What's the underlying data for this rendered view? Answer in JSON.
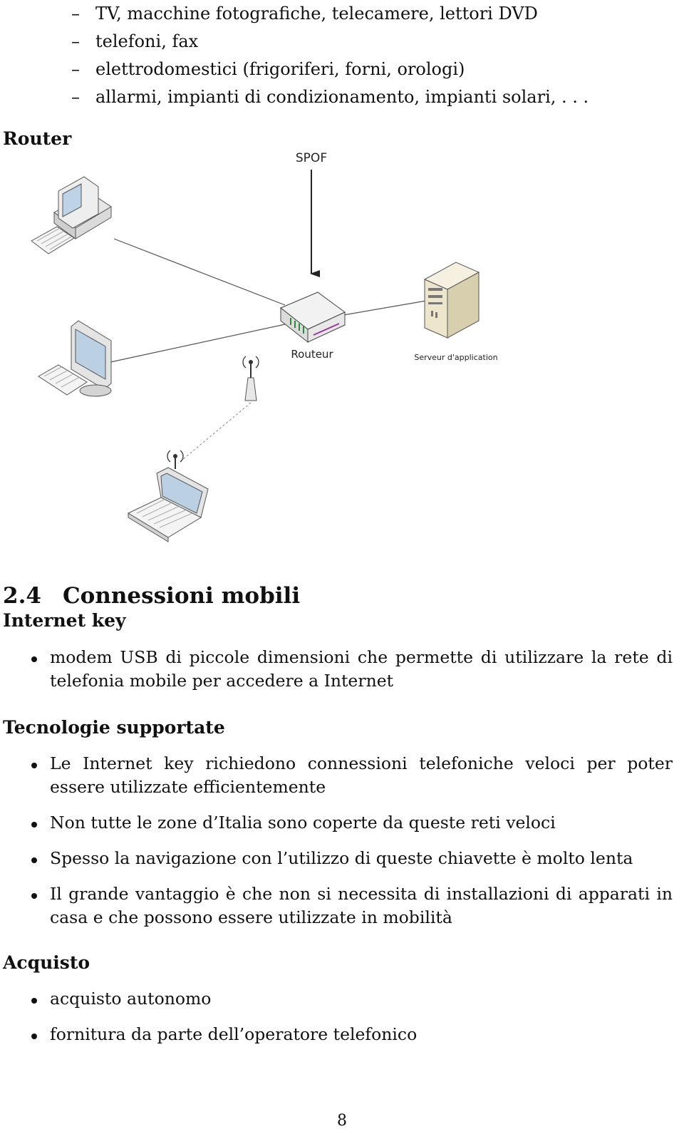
{
  "device_list": [
    "TV, macchine fotografiche, telecamere, lettori DVD",
    "telefoni, fax",
    "elettrodomestici (frigoriferi, forni, orologi)",
    "allarmi, impianti di condizionamento, impianti solari, . . ."
  ],
  "dash_glyph": "–",
  "router_heading": "Router",
  "diagram": {
    "spof_label": "SPOF",
    "router_label": "Routeur",
    "server_label": "Serveur d'application",
    "icons": [
      "desktop-computer-icon",
      "monitor-keyboard-icon",
      "router-icon",
      "server-tower-icon",
      "wifi-antenna-icon",
      "laptop-icon"
    ]
  },
  "section": {
    "number": "2.4",
    "title": "Connessioni mobili"
  },
  "internet_key": {
    "heading": "Internet key",
    "bullets": [
      "modem USB di piccole dimensioni che permette di utilizzare la rete di telefonia mobile per accedere a Internet"
    ]
  },
  "technologies": {
    "heading": "Tecnologie supportate",
    "bullets": [
      "Le Internet key richiedono connessioni telefoniche veloci per poter essere utilizzate efficientemente",
      "Non tutte le zone d’Italia sono coperte da queste reti veloci",
      "Spesso la navigazione con l’utilizzo di queste chiavette è molto lenta",
      "Il grande vantaggio è che non si necessita di installazioni di apparati in casa e che possono essere utilizzate in mobilità"
    ]
  },
  "purchase": {
    "heading": "Acquisto",
    "bullets": [
      "acquisto autonomo",
      "fornitura da parte dell’operatore telefonico"
    ]
  },
  "page_number": "8"
}
